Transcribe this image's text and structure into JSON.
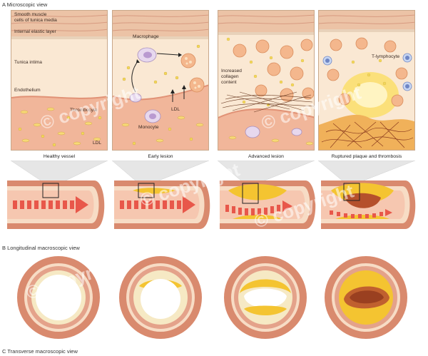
{
  "sections": {
    "a": "A  Microscopic view",
    "b": "B  Longitudinal macroscopic view",
    "c": "C  Transverse macroscopic view"
  },
  "panel1": {
    "layer1_line1": "Smooth muscle",
    "layer1_line2": "cells of tunica media",
    "layer2": "Internal elastic layer",
    "layer3": "Tunica intima",
    "layer4": "Endothelium",
    "thrombocyte": "Thrombocyte",
    "ldl": "LDL",
    "caption": "Healthy vessel"
  },
  "panel2": {
    "macrophage": "Macrophage",
    "ldl": "LDL",
    "monocyte": "Monocyte",
    "caption": "Early lesion"
  },
  "panel3": {
    "collagen_line1": "Increased",
    "collagen_line2": "collagen",
    "collagen_line3": "content",
    "caption": "Advanced lesion"
  },
  "panel4": {
    "tlymph": "T-lymphocyte",
    "caption": "Ruptured plaque and thrombosis"
  },
  "watermark": "© copyright",
  "colors": {
    "media": "#ecc3a6",
    "intima": "#fae8d3",
    "blood": "#f1b69a",
    "lipid": "#f4c431",
    "arrow": "#e8574a",
    "wall": "#d98a6e"
  }
}
